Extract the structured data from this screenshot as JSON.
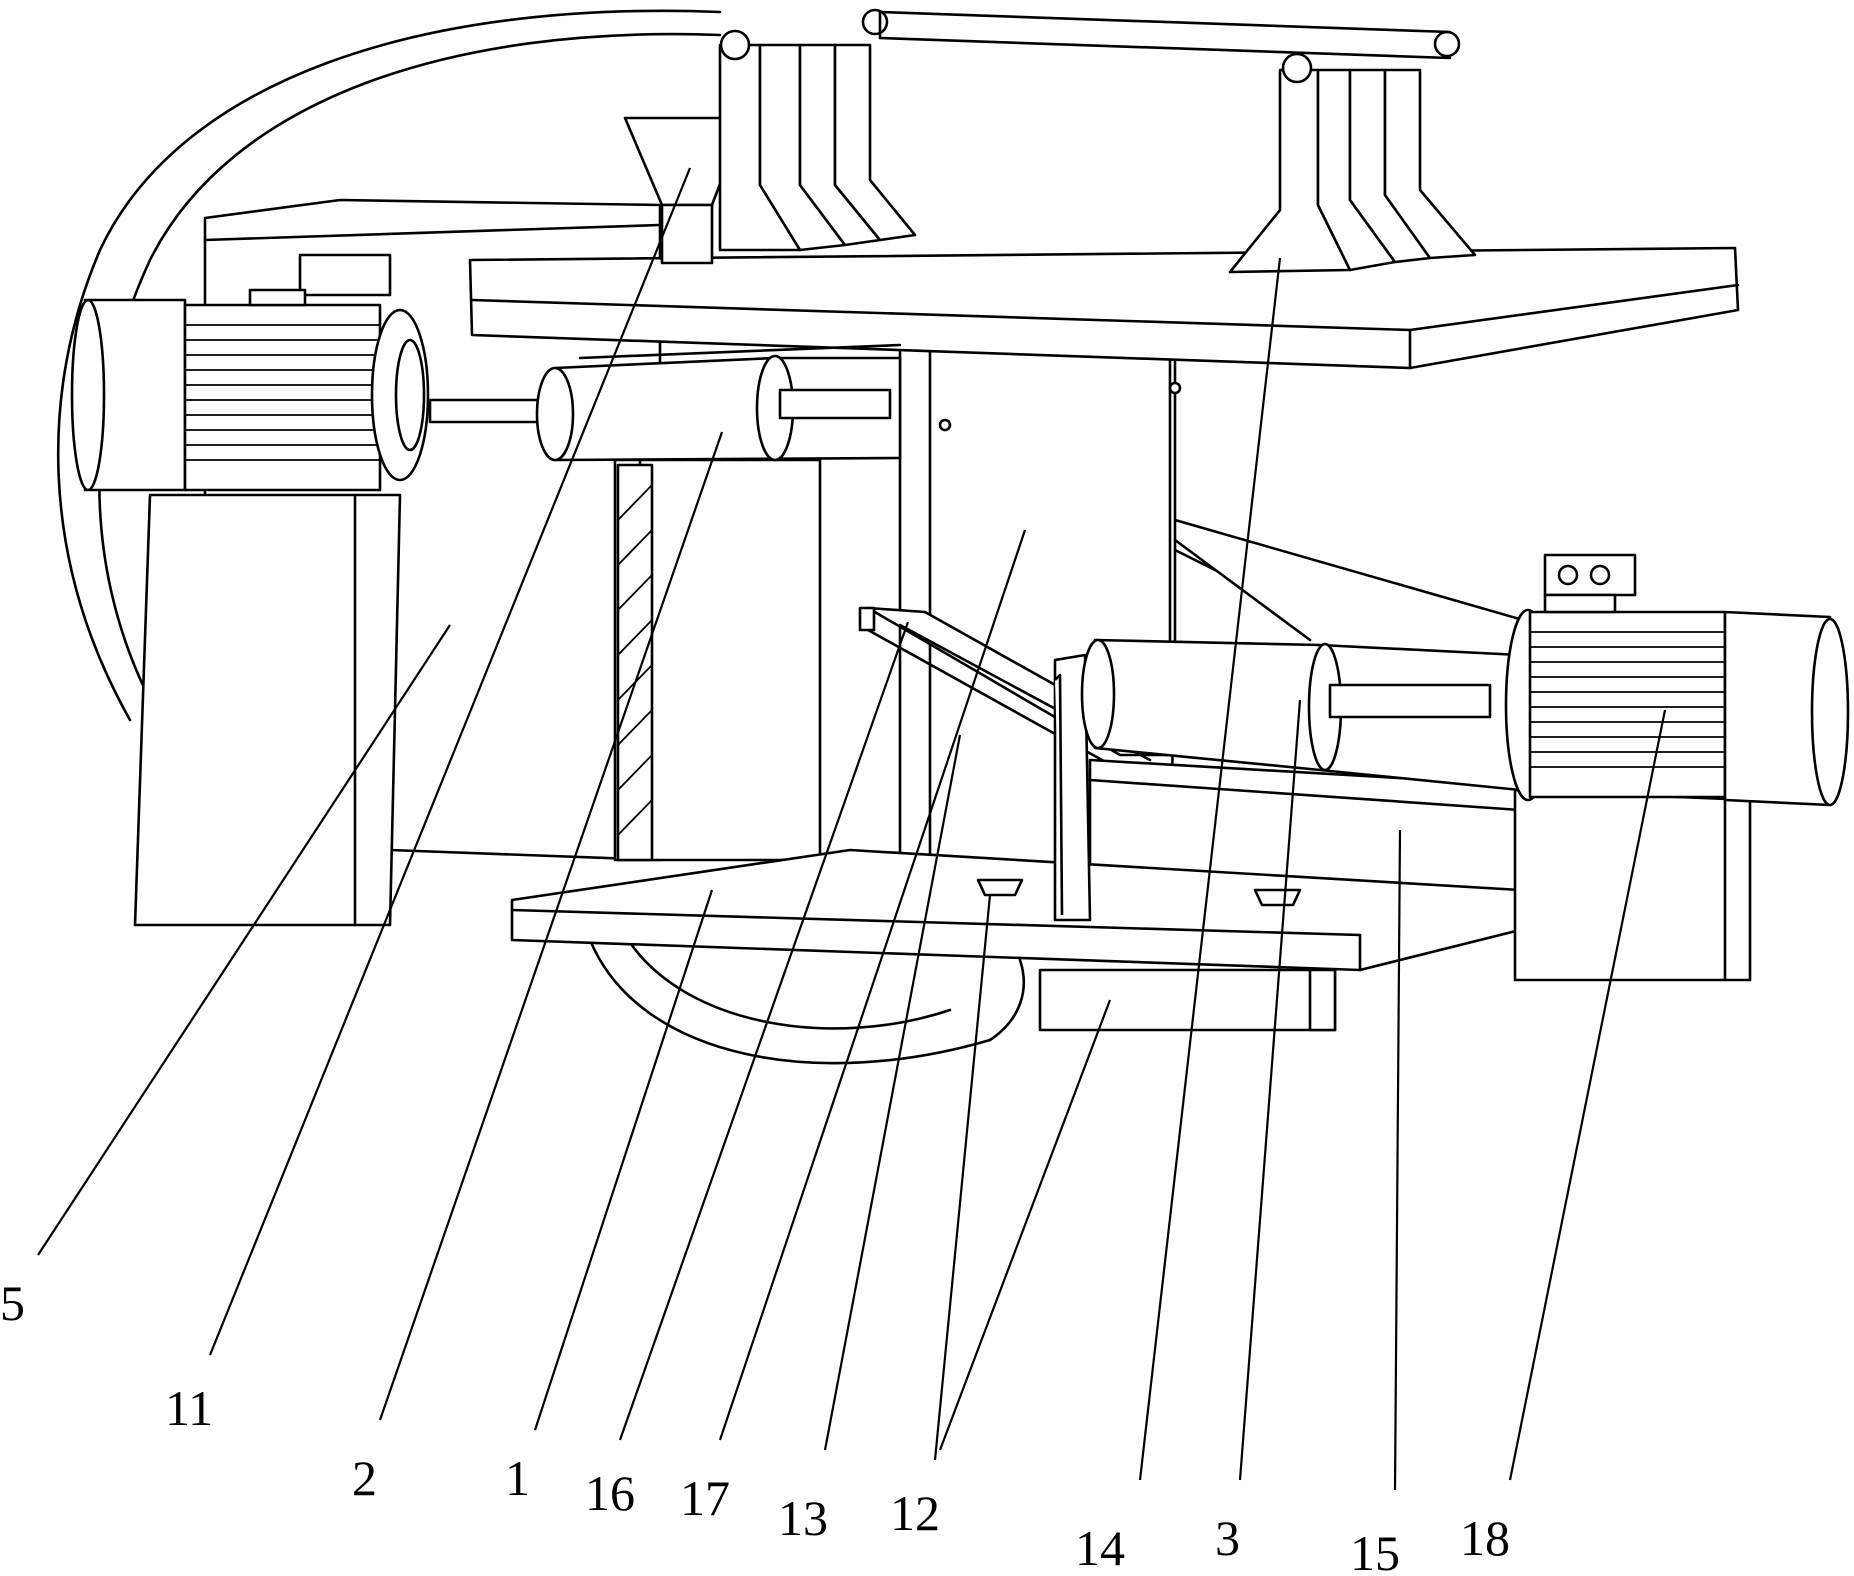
{
  "labels": {
    "l5": "5",
    "l11": "11",
    "l2": "2",
    "l1": "1",
    "l16": "16",
    "l17": "17",
    "l13": "13",
    "l12": "12",
    "l14": "14",
    "l3": "3",
    "l15": "15",
    "l18": "18"
  }
}
